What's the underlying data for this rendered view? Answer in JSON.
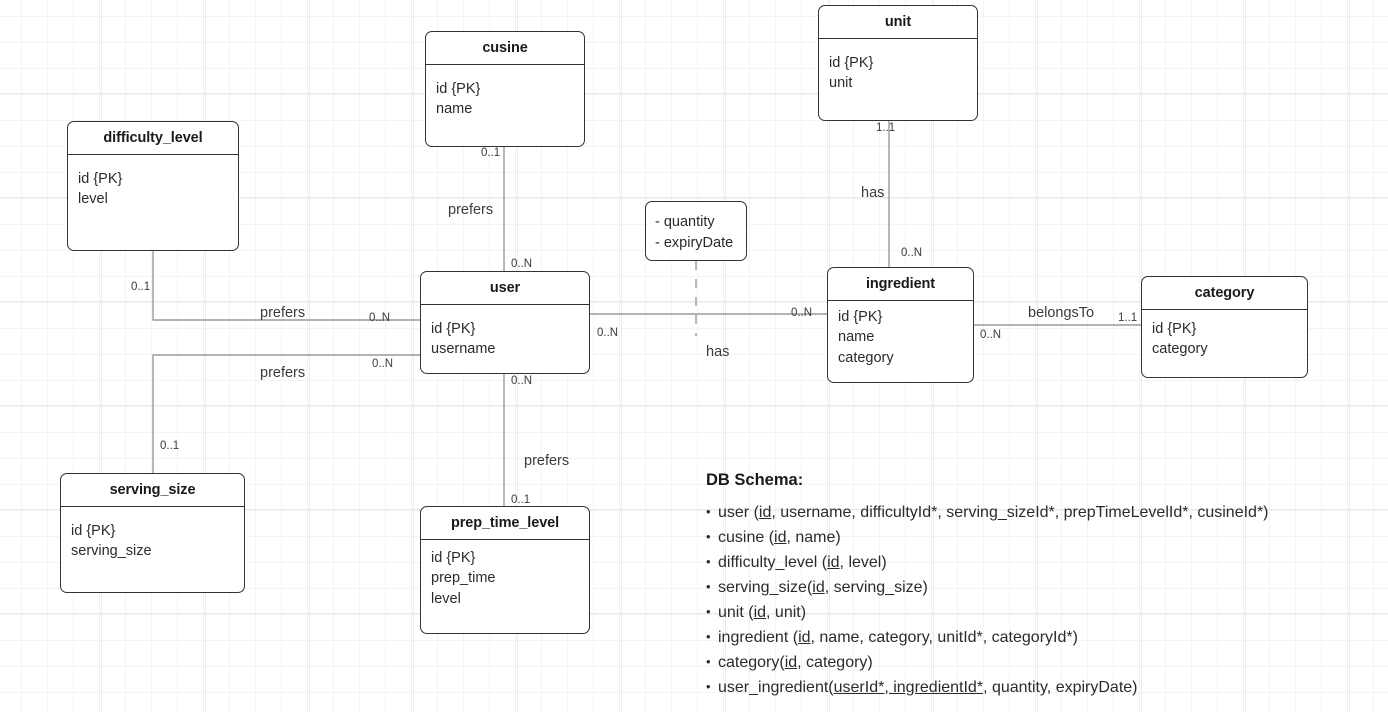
{
  "diagram": {
    "type": "er-diagram",
    "entities": [
      {
        "id": "difficulty_level",
        "title": "difficulty_level",
        "attributes": [
          "id {PK}",
          "level"
        ]
      },
      {
        "id": "cusine",
        "title": "cusine",
        "attributes": [
          "id {PK}",
          "name"
        ]
      },
      {
        "id": "unit",
        "title": "unit",
        "attributes": [
          "id {PK}",
          "unit"
        ]
      },
      {
        "id": "user",
        "title": "user",
        "attributes": [
          "id {PK}",
          "username"
        ]
      },
      {
        "id": "ingredient",
        "title": "ingredient",
        "attributes": [
          "id {PK}",
          "name",
          "category"
        ]
      },
      {
        "id": "category",
        "title": "category",
        "attributes": [
          "id {PK}",
          "category"
        ]
      },
      {
        "id": "serving_size",
        "title": "serving_size",
        "attributes": [
          "id {PK}",
          "serving_size"
        ]
      },
      {
        "id": "prep_time_level",
        "title": "prep_time_level",
        "attributes": [
          "id {PK}",
          "prep_time",
          "level"
        ]
      }
    ],
    "association_class": {
      "id": "user_ingredient_attrs",
      "attributes": [
        "- quantity",
        "- expiryDate"
      ]
    },
    "relationships": [
      {
        "id": "cusine-user",
        "label": "prefers",
        "from": "cusine",
        "from_card": "0..1",
        "to": "user",
        "to_card": "0..N"
      },
      {
        "id": "unit-ingredient",
        "label": "has",
        "from": "unit",
        "from_card": "1..1",
        "to": "ingredient",
        "to_card": "0..N"
      },
      {
        "id": "difficulty-user",
        "label": "prefers",
        "from": "difficulty_level",
        "from_card": "0..1",
        "to": "user",
        "to_card": "0..N"
      },
      {
        "id": "servingsize-user",
        "label": "prefers",
        "from": "serving_size",
        "from_card": "0..1",
        "to": "user",
        "to_card": "0..N"
      },
      {
        "id": "user-ingredient",
        "label": "has",
        "from": "user",
        "from_card": "0..N",
        "to": "ingredient",
        "to_card": "0..N"
      },
      {
        "id": "ingredient-category",
        "label": "belongsTo",
        "from": "ingredient",
        "from_card": "0..N",
        "to": "category",
        "to_card": "1..1"
      },
      {
        "id": "user-preptimelevel",
        "label": "prefers",
        "from": "user",
        "from_card": "0..N",
        "to": "prep_time_level",
        "to_card": "0..1"
      }
    ],
    "cardinality_labels": {
      "cusine_bottom": "0..1",
      "user_top": "0..N",
      "unit_bottom": "1..1",
      "ingredient_top": "0..N",
      "difficulty_bottom": "0..1",
      "user_left_upper": "0..N",
      "servingsize_top": "0..1",
      "user_left_lower": "0..N",
      "user_right": "0..N",
      "ingredient_left": "0..N",
      "ingredient_right": "0..N",
      "category_left": "1..1",
      "user_bottom": "0..N",
      "preptime_top": "0..1"
    },
    "relationship_labels": {
      "prefers_cusine": "prefers",
      "has_unit": "has",
      "prefers_difficulty": "prefers",
      "prefers_servingsize": "prefers",
      "has_user_ingredient": "has",
      "belongsTo": "belongsTo",
      "prefers_preptime": "prefers"
    }
  },
  "schema": {
    "title": "DB Schema:",
    "lines": [
      {
        "table": "user",
        "open": " (",
        "pk": "id",
        "rest": ", username, difficultyId*, serving_sizeId*, prepTimeLevelId*, cusineId*)"
      },
      {
        "table": "cusine",
        "open": " (",
        "pk": "id",
        "rest": ", name)"
      },
      {
        "table": "difficulty_level",
        "open": " (",
        "pk": "id",
        "rest": ", level)"
      },
      {
        "table": "serving_size",
        "open": "(",
        "pk": "id",
        "rest": ", serving_size)"
      },
      {
        "table": "unit",
        "open": " (",
        "pk": "id",
        "rest": ", unit)"
      },
      {
        "table": "ingredient",
        "open": " (",
        "pk": "id",
        "rest": ", name, category, unitId*, categoryId*)"
      },
      {
        "table": "category",
        "open": "(",
        "pk": "id",
        "rest": ", category)"
      },
      {
        "table": "user_ingredient",
        "open": "(",
        "pk": "userId*, ingredientId*",
        "rest": ", quantity, expiryDate)"
      }
    ]
  },
  "colors": {
    "box_border": "#333333",
    "line": "#9a9a9a",
    "text": "#2b2b2b",
    "grid_minor": "#f4f4f4",
    "grid_major": "#e9e9e9",
    "background": "#ffffff"
  }
}
